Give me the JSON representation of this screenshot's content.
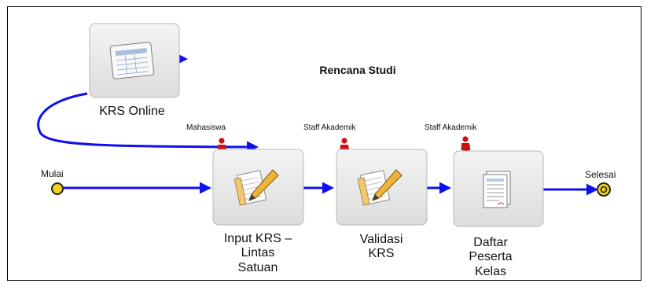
{
  "title": "Rencana Studi",
  "start": {
    "label": "Mulai"
  },
  "end": {
    "label": "Selesai"
  },
  "source": {
    "label": "KRS Online",
    "icon": "spreadsheet-icon"
  },
  "steps": [
    {
      "role": "Mahasiswa",
      "label_lines": [
        "Input KRS –",
        "Lintas",
        "Satuan"
      ],
      "icon": "edit-form-icon"
    },
    {
      "role": "Staff Akademik",
      "label_lines": [
        "Validasi",
        "KRS"
      ],
      "icon": "edit-form-icon"
    },
    {
      "role": "Staff Akademik",
      "label_lines": [
        "Daftar",
        "Peserta",
        "Kelas"
      ],
      "icon": "document-icon"
    }
  ],
  "colors": {
    "flow": "#1010ee",
    "node_fill": "#e6e6e6",
    "node_border": "#b9b9b9",
    "actor": "#d01010",
    "terminal": "#f2d21e",
    "terminal_border": "#222222"
  }
}
